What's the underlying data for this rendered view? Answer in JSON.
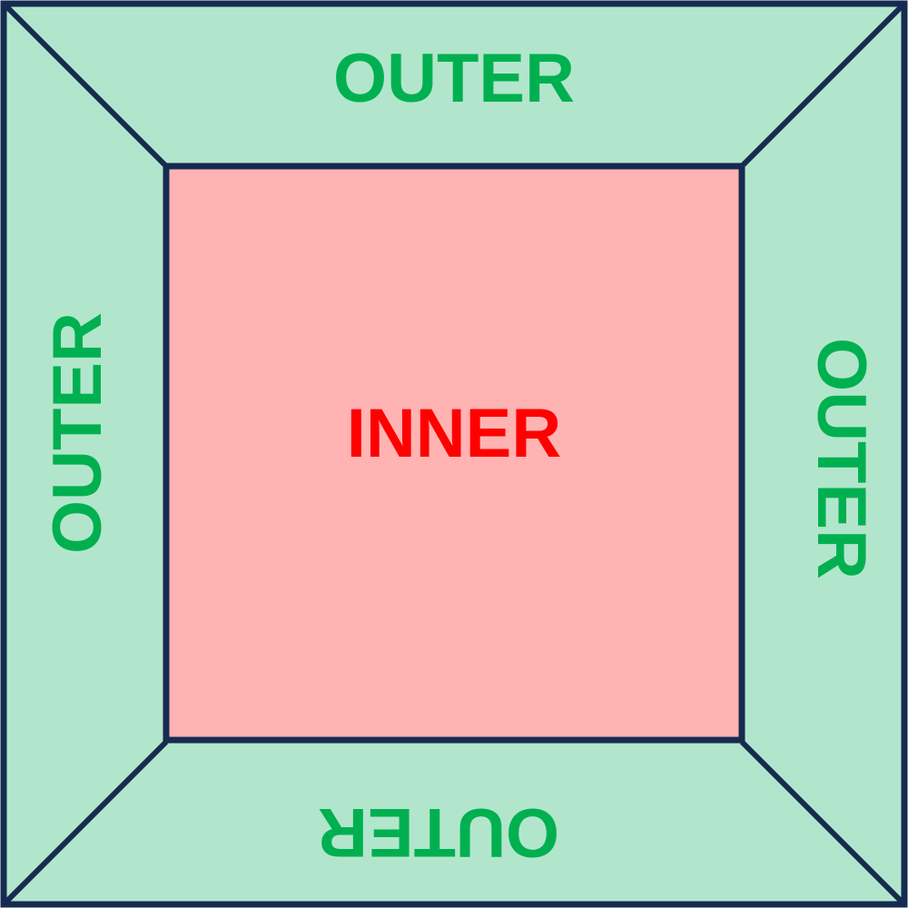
{
  "diagram": {
    "type": "nested-frame",
    "outer": {
      "label_top": "OUTER",
      "label_right": "OUTER",
      "label_bottom": "OUTER",
      "label_left": "OUTER",
      "fill": "#b2e6cc",
      "text_color": "#00b050"
    },
    "inner": {
      "label": "INNER",
      "fill": "#ffb3b3",
      "text_color": "#ff0000"
    },
    "stroke_color": "#162b50"
  }
}
